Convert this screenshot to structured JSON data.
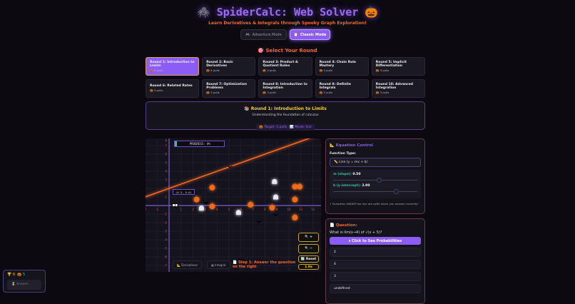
{
  "header": {
    "title": "🕷️ SpiderCalc: Web Solver 🎃",
    "subtitle": "Learn Derivatives & Integrals through Spooky Graph Exploration!"
  },
  "modes": [
    {
      "icon": "🎮",
      "label": "Adventure Mode",
      "active": false
    },
    {
      "icon": "📋",
      "label": "Classic Mode",
      "active": true
    }
  ],
  "select_title": "🎯 Select Your Round",
  "rounds": [
    {
      "label": "Round 1: Introduction to Limits",
      "pulls": "🎃 5 pulls",
      "active": true
    },
    {
      "label": "Round 2: Basic Derivatives",
      "pulls": "🎃 4 pulls"
    },
    {
      "label": "Round 3: Product & Quotient Rules",
      "pulls": "🎃 4 pulls"
    },
    {
      "label": "Round 4: Chain Rule Mastery",
      "pulls": "🎃 4 pulls"
    },
    {
      "label": "Round 5: Implicit Differentiation",
      "pulls": "🎃 3 pulls"
    },
    {
      "label": "Round 6: Related Rates",
      "pulls": "🎃 3 pulls"
    },
    {
      "label": "Round 7: Optimization Problems",
      "pulls": "🎃 3 pulls"
    },
    {
      "label": "Round 8: Introduction to Integration",
      "pulls": "🎃 3 pulls"
    },
    {
      "label": "Round 9: Definite Integrals",
      "pulls": "🎃 3 pulls"
    },
    {
      "label": "Round 10: Advanced Integration",
      "pulls": "🎃 3 pulls"
    }
  ],
  "round_info": {
    "title": "📚 Round 1: Introduction to Limits",
    "desc": "Understanding the foundation of calculus",
    "badge": "🎃 Target: 5 pulls · 📊 Mode: line"
  },
  "graph": {
    "progress": "PROGRESS: 4%",
    "progress_value": 4,
    "point_label": "(0.5, 0.0)",
    "x_ticks": [
      -2,
      -1,
      1,
      2,
      3,
      4,
      5,
      6,
      7,
      8,
      9,
      10,
      11,
      12
    ],
    "y_ticks": [
      8,
      7,
      6,
      5,
      4,
      3,
      2,
      1,
      -1,
      -2,
      -3,
      -4,
      -5,
      -6,
      -7
    ],
    "line": {
      "m": 0.5,
      "b": 2
    },
    "line_color": "#ff6a20",
    "axis_color": "#7b5cd6",
    "pumpkins": [
      [
        2.3,
        0.7
      ],
      [
        3.6,
        2.1
      ],
      [
        3.6,
        -0.1
      ],
      [
        6.8,
        0.1
      ],
      [
        8.6,
        -0.25
      ],
      [
        10.5,
        2.2
      ],
      [
        10.9,
        2.2
      ],
      [
        10.5,
        0.7
      ],
      [
        10.5,
        -1.4
      ]
    ],
    "ghosts": [
      [
        2.7,
        -0.3
      ],
      [
        5.8,
        -0.8
      ],
      [
        8.8,
        2.8
      ],
      [
        8.9,
        1.0
      ]
    ],
    "bats": [
      [
        5.1,
        4.6
      ],
      [
        3.1,
        0.4
      ],
      [
        7.5,
        -1.8
      ],
      [
        8.9,
        -1.0
      ],
      [
        6.0,
        -6.2
      ]
    ],
    "spider": [
      0.5,
      0
    ],
    "zoom_in": "🔍 +",
    "zoom_out": "🔍 −",
    "reset": "🔄 Reset",
    "zoom_level": "1.0x",
    "derivative_btn": "📐 Derivatives",
    "integral_btn": "▦ Integral",
    "step": "📄 Step 1: Answer the question on the right"
  },
  "equation_control": {
    "title": "📐 Equation Control",
    "function_type_label": "Function Type:",
    "function_type": "📏 Line (y = mx + b)",
    "slope_label": "m (slope):",
    "slope": "0.50",
    "slope_value": 0.5,
    "intercept_label": "b (y-intercept):",
    "intercept": "2.00",
    "intercept_value": 2,
    "tip": "⚡ Pumpkins UNDER the line are safer when you answer correctly!"
  },
  "question": {
    "title": "📄 Question:",
    "text": "What is lim(x→4) of √(x + 5)?",
    "prob_btn": "⏸ Click to See Probabilities",
    "options": [
      "2",
      "4",
      "3",
      "undefined"
    ]
  },
  "score": {
    "trophies": "🏆 0",
    "pumpkins": "🎃 5",
    "answer_placeholder": "⏳ Answer..."
  }
}
